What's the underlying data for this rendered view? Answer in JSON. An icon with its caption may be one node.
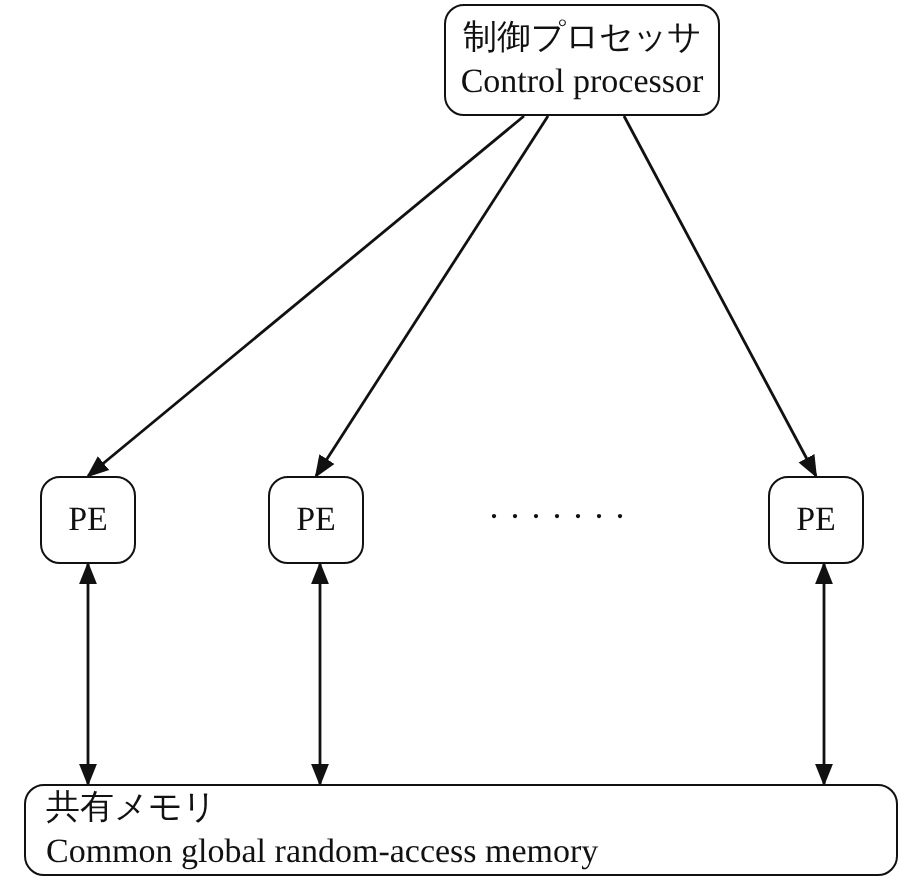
{
  "diagram": {
    "nodes": [
      {
        "text": [
          "制御プロセッサ",
          "Control processor"
        ]
      },
      {
        "text": [
          "PE"
        ]
      },
      {
        "text": [
          "PE"
        ]
      },
      {
        "text": [
          "PE"
        ]
      },
      {
        "text": [
          "共有メモリ",
          "Common global random-access memory"
        ]
      }
    ],
    "edges": [
      {
        "from": 0,
        "to": 1,
        "arrow": "to"
      },
      {
        "from": 0,
        "to": 2,
        "arrow": "to"
      },
      {
        "from": 0,
        "to": 3,
        "arrow": "to"
      },
      {
        "from": 1,
        "to": 4,
        "arrow": "both"
      },
      {
        "from": 2,
        "to": 4,
        "arrow": "both"
      },
      {
        "from": 3,
        "to": 4,
        "arrow": "both"
      }
    ],
    "labels": [
      "· · · · · · ·"
    ]
  }
}
